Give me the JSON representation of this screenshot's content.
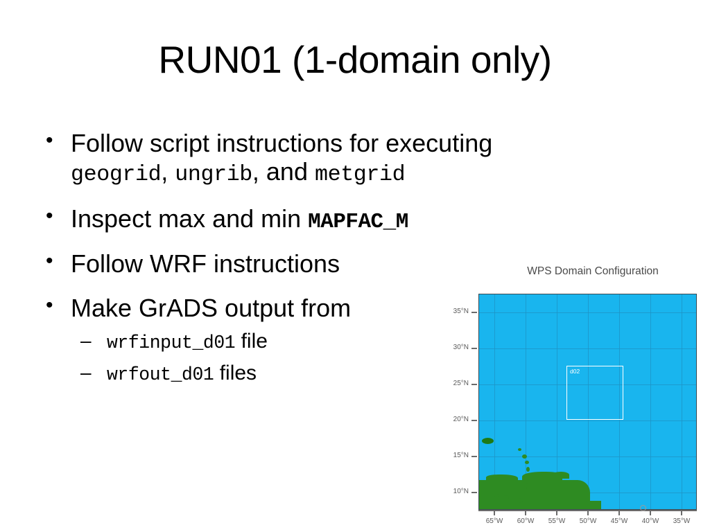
{
  "slide": {
    "title": "RUN01 (1-domain only)",
    "bullets": [
      {
        "level": 1,
        "marker": "•",
        "segments": [
          {
            "text": "Follow script instructions for executing",
            "style": "normal"
          }
        ],
        "continuation": [
          {
            "text": "geogrid",
            "style": "mono"
          },
          {
            "text": ", ",
            "style": "normal"
          },
          {
            "text": "ungrib",
            "style": "mono"
          },
          {
            "text": ", and ",
            "style": "normal"
          },
          {
            "text": "metgrid",
            "style": "mono"
          }
        ]
      },
      {
        "level": 1,
        "marker": "•",
        "segments": [
          {
            "text": "Inspect max and min ",
            "style": "normal"
          },
          {
            "text": "MAPFAC_M",
            "style": "mono-bold"
          }
        ]
      },
      {
        "level": 1,
        "marker": "•",
        "segments": [
          {
            "text": "Follow WRF instructions",
            "style": "normal"
          }
        ]
      },
      {
        "level": 1,
        "marker": "•",
        "segments": [
          {
            "text": "Make GrADS output from",
            "style": "normal"
          }
        ]
      },
      {
        "level": 2,
        "marker": "–",
        "segments": [
          {
            "text": "wrfinput_d01",
            "style": "mono"
          },
          {
            "text": " file",
            "style": "normal"
          }
        ]
      },
      {
        "level": 2,
        "marker": "–",
        "segments": [
          {
            "text": "wrfout_d01",
            "style": "mono"
          },
          {
            "text": " files",
            "style": "normal"
          }
        ]
      }
    ],
    "text_lines": {
      "b1_main": "Follow script instructions for executing",
      "b1_code_1": "geogrid",
      "b1_sep_1": ", ",
      "b1_code_2": "ungrib",
      "b1_sep_2": ", and ",
      "b1_code_3": "metgrid",
      "b2_main": "Inspect max and min ",
      "b2_code": "MAPFAC_M",
      "b3_main": "Follow WRF instructions",
      "b4_main": "Make GrADS output from",
      "s1_code": "wrfinput_d01",
      "s1_tail": " file",
      "s2_code": "wrfout_d01",
      "s2_tail": " files"
    },
    "markers": {
      "level1": "•",
      "level2": "–"
    }
  },
  "map_figure": {
    "title": "WPS Domain Configuration",
    "domain_label": "d02",
    "colors": {
      "ocean": "#19b5ee",
      "land": "#2e8b22",
      "gridline": "#1d93c4",
      "domain_border": "#ffffff",
      "axis": "#6b6b6b",
      "plot_border": "#3b4a52",
      "title_text": "#4a4a4a",
      "tick_text": "#5a5a5a"
    },
    "y_axis": {
      "label": "",
      "ticks": [
        "35°N",
        "30°N",
        "25°N",
        "20°N",
        "15°N",
        "10°N"
      ],
      "values": [
        35,
        30,
        25,
        20,
        15,
        10
      ],
      "range": [
        7.5,
        37.5
      ]
    },
    "x_axis": {
      "label": "",
      "ticks": [
        "65°W",
        "60°W",
        "55°W",
        "50°W",
        "45°W",
        "40°W",
        "35°W"
      ],
      "values": [
        -65,
        -60,
        -55,
        -50,
        -45,
        -40,
        -35
      ],
      "range": [
        -67.5,
        -32.5
      ]
    },
    "grid": true,
    "nested_domain": {
      "name": "d02",
      "lon_min": -53.5,
      "lon_max": -44.5,
      "lat_min": 19.5,
      "lat_max": 27.5
    }
  }
}
